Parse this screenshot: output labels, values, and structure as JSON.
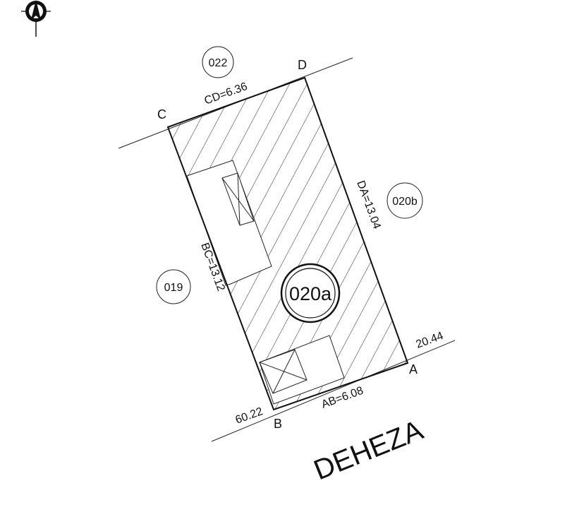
{
  "street": "DEHEZA",
  "vertices": {
    "a": "A",
    "b": "B",
    "c": "C",
    "d": "D"
  },
  "sides": {
    "cd": "CD=6.36",
    "da": "DA=13.04",
    "bc": "BC=13.12",
    "ab": "AB=6.08"
  },
  "offsets": {
    "left": "60.22",
    "right": "20.44"
  },
  "parcels": {
    "main": "020a",
    "top": "022",
    "right": "020b",
    "left": "019"
  },
  "icons": {
    "north": "compass-north-arrow-icon"
  }
}
